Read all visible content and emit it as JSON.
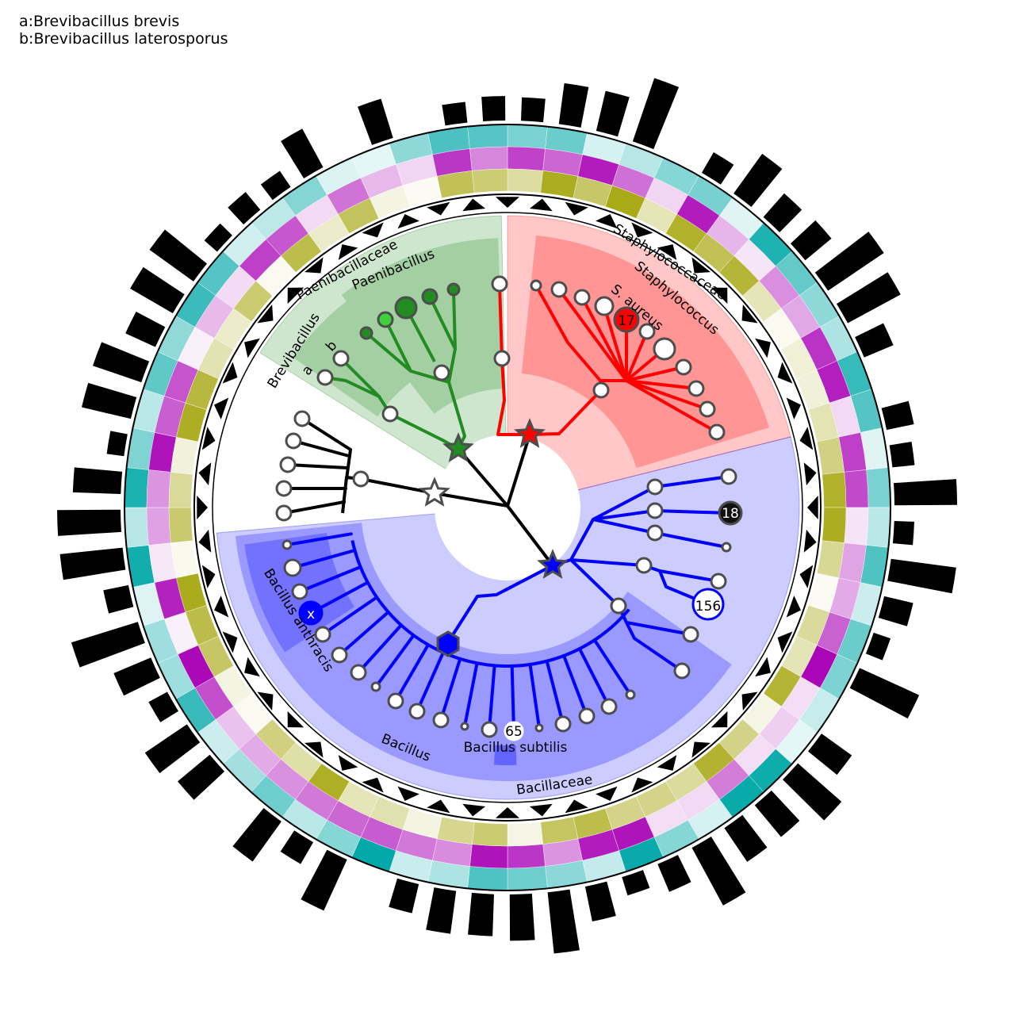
{
  "legend": [
    "a:Brevibacillus brevis",
    "b:Brevibacillus laterosporus"
  ],
  "clades": {
    "paenibacillaceae": "Paenibacillaceae",
    "paenibacillus": "Paenibacillus",
    "brevibacillus": "Brevibacillus",
    "a": "a",
    "b": "b",
    "staphylococcaceae": "Staphylococcaceae",
    "staphylococcus": "Staphylococcus",
    "s_aureus": "S. aureus",
    "bacillaceae": "Bacillaceae",
    "bacillus": "Bacillus",
    "bacillus_anthracis": "Bacillus anthracis",
    "bacillus_subtilis": "Bacillus subtilis"
  },
  "node_labels": {
    "n17": "17",
    "n18": "18",
    "n156": "156",
    "n65": "65",
    "nx": "x"
  },
  "colors": {
    "paeni": "#228b22",
    "staph": "#ff0000",
    "bacil": "#0000ff",
    "black": "#000000",
    "teal": "#00a7a7",
    "magenta": "#a800b5",
    "olive": "#a8a814"
  }
}
